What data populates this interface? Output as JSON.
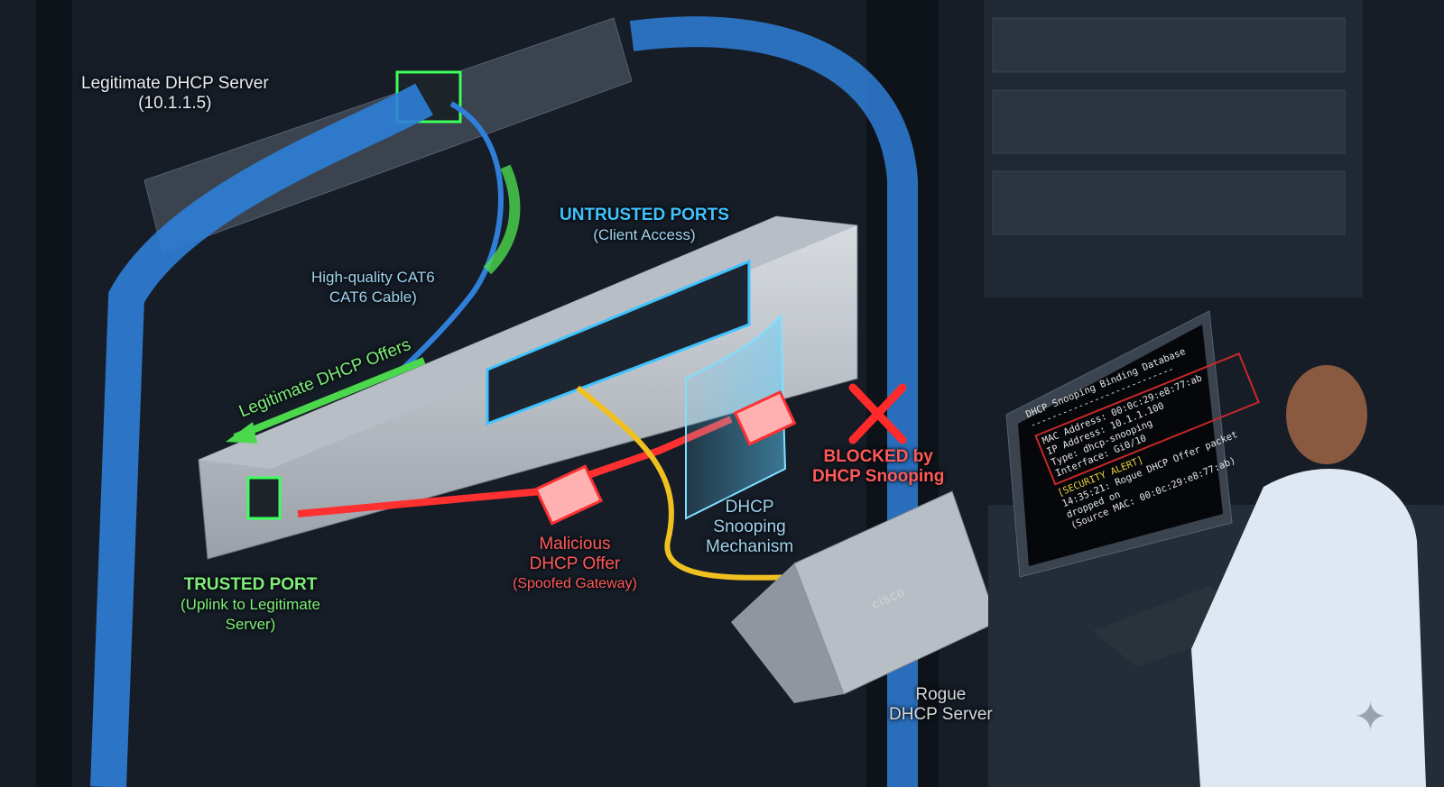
{
  "labels": {
    "legit_server": {
      "line1": "Legitimate DHCP Server",
      "line2": "(10.1.1.5)"
    },
    "untrusted": {
      "title": "UNTRUSTED PORTS",
      "sub": "(Client Access)"
    },
    "cable": {
      "line1": "High-quality CAT6",
      "line2": "CAT6 Cable)"
    },
    "legit_offers": "Legitimate DHCP Offers",
    "trusted": {
      "title": "TRUSTED PORT",
      "line2": "(Uplink to Legitimate",
      "line3": "Server)"
    },
    "malicious": {
      "line1": "Malicious",
      "line2": "DHCP Offer",
      "line3": "(Spoofed Gateway)"
    },
    "mechanism": {
      "line1": "DHCP",
      "line2": "Snooping",
      "line3": "Mechanism"
    },
    "blocked": {
      "line1": "BLOCKED by",
      "line2": "DHCP Snooping"
    },
    "rogue": {
      "line1": "Rogue",
      "line2": "DHCP Server"
    }
  },
  "terminal": {
    "title": "DHCP Snooping Binding Database",
    "divider": "---------------------------",
    "mac": "MAC Address: 00:0c:29:e8:77:ab",
    "ip": "IP Address: 10.1.1.100",
    "type": "Type: dhcp-snooping",
    "iface": "Interface: Gi0/10",
    "alert": "[SECURITY ALERT]",
    "msg": "14:35:21: Rogue DHCP Offer packet dropped on",
    "src": "(Source MAC: 00:0c:29:e8:77:ab)"
  },
  "laptop_logo": "cisco",
  "colors": {
    "trusted": "#7ef07a",
    "untrusted": "#3fc3ff",
    "malicious": "#ff4040",
    "cable": "#2f7fd8"
  }
}
